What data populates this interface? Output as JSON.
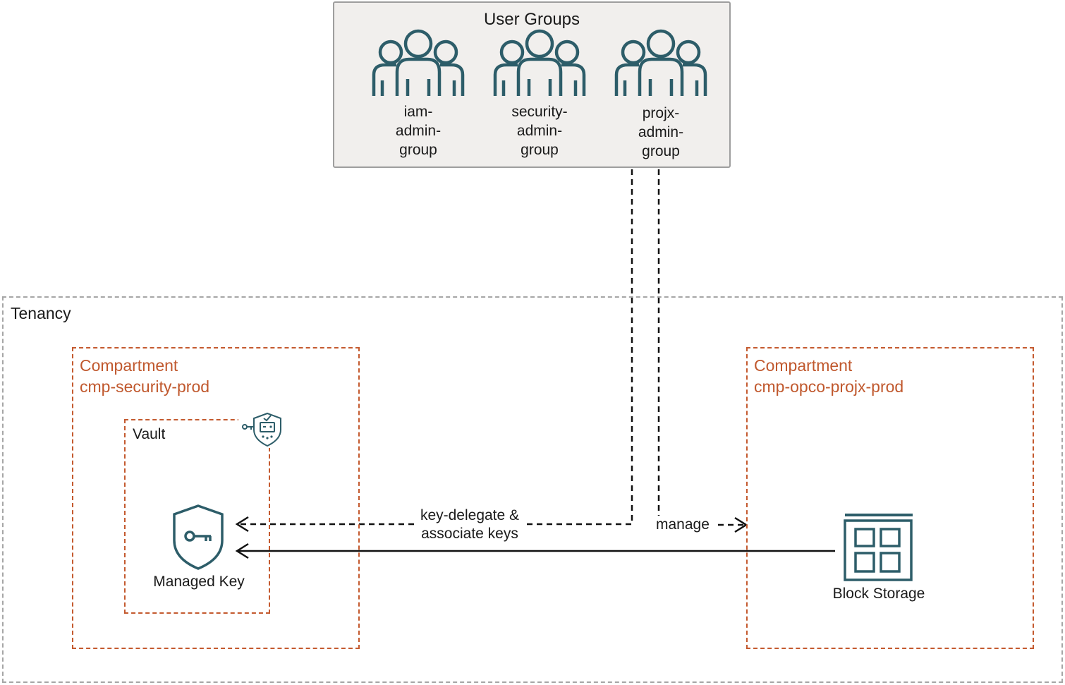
{
  "user_groups": {
    "title": "User Groups",
    "groups": [
      {
        "label": "iam-\nadmin-\ngroup",
        "icon": "user-group-icon"
      },
      {
        "label": "security-\nadmin-\ngroup",
        "icon": "user-group-icon"
      },
      {
        "label": "projx-\nadmin-\ngroup",
        "icon": "user-group-icon"
      }
    ]
  },
  "tenancy": {
    "label": "Tenancy"
  },
  "compartments": [
    {
      "label": "Compartment\ncmp-security-prod"
    },
    {
      "label": "Compartment\ncmp-opco-projx-prod"
    }
  ],
  "vault": {
    "label": "Vault",
    "icon": "vault-icon"
  },
  "managed_key": {
    "label": "Managed Key",
    "icon": "key-shield-icon"
  },
  "block_storage": {
    "label": "Block Storage",
    "icon": "block-storage-icon"
  },
  "edges": {
    "key_delegate": "key-delegate &\nassociate keys",
    "manage": "manage"
  },
  "colors": {
    "icon_teal": "#2d5d69",
    "compartment_orange": "#c45a2f",
    "tenancy_gray": "#a6a6a6",
    "group_box_fill": "#f1efed"
  }
}
